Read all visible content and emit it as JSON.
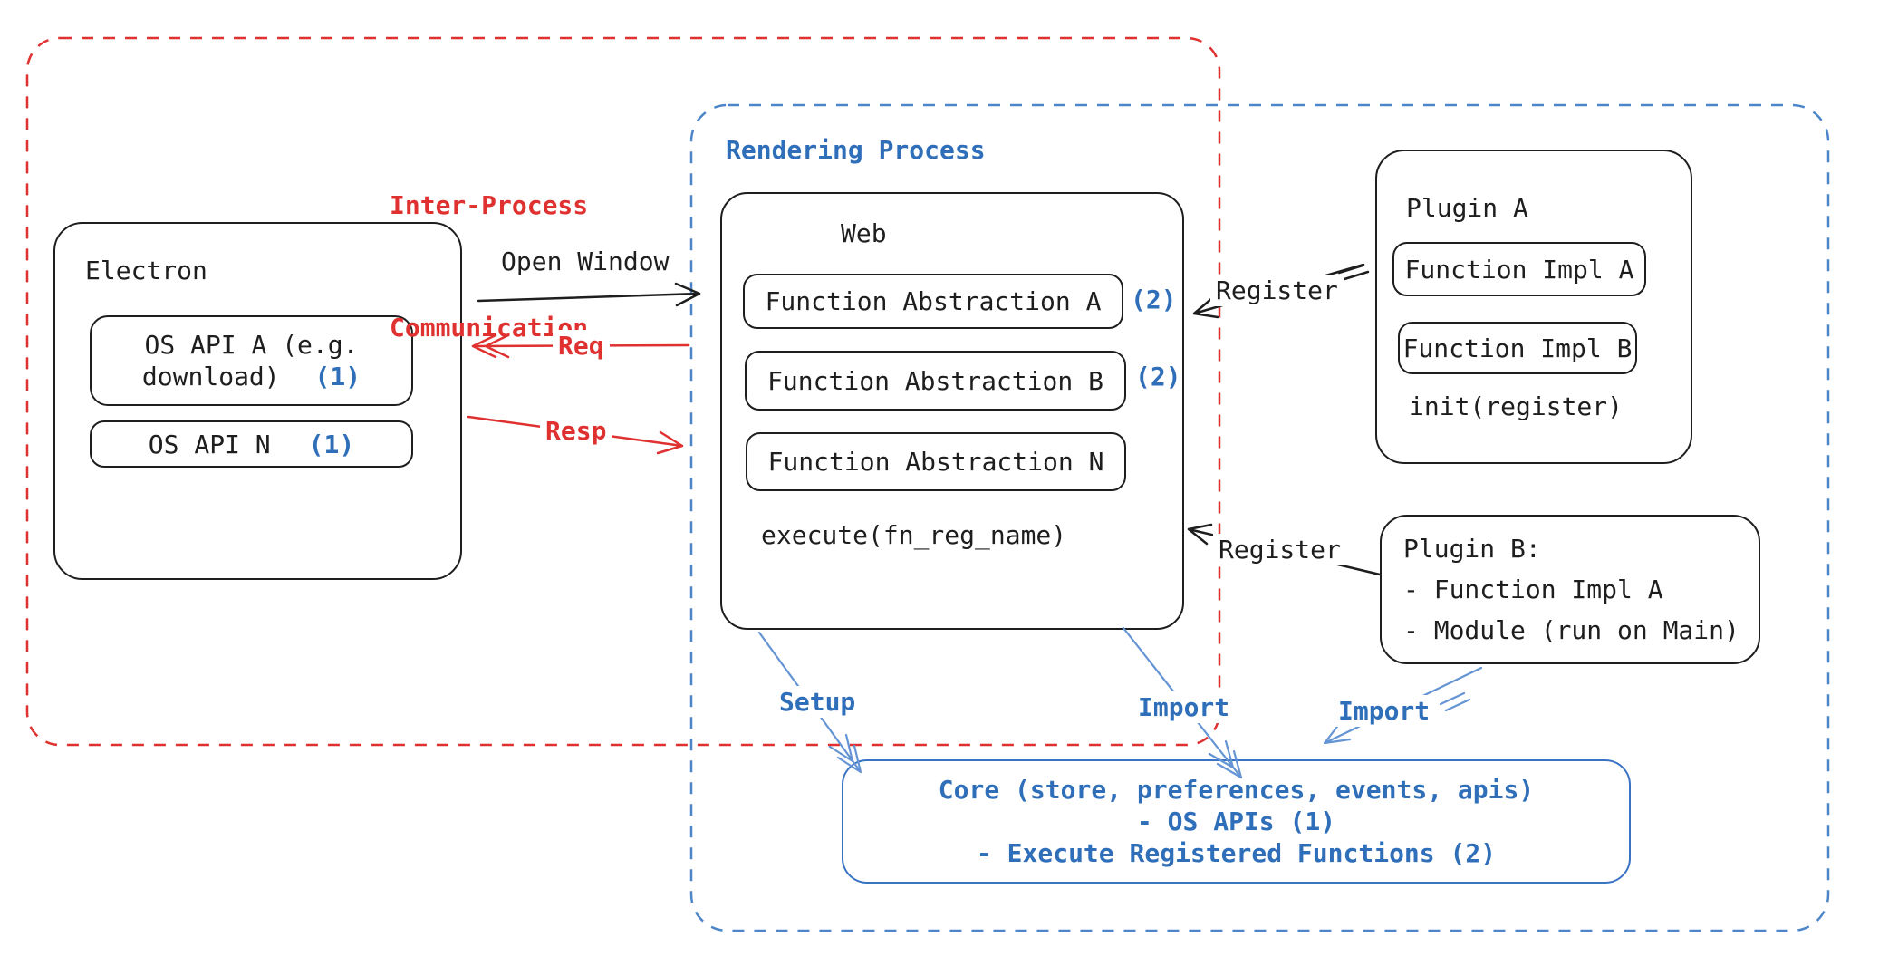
{
  "colors": {
    "black": "#1e1e1e",
    "red": "#e03131",
    "blue_text": "#2f6fba",
    "blue_dash_border": "#4d86c8",
    "core_border": "#3a72c4",
    "arrow_blue": "#6494d4"
  },
  "ipc_region": {
    "label_line1": "Inter-Process",
    "label_line2": "Communication"
  },
  "rendering_region": {
    "label": "Rendering Process"
  },
  "electron": {
    "title": "Electron",
    "api_a_line1": "OS API A (e.g.",
    "api_a_line2": "download)",
    "api_a_badge": "(1)",
    "api_n_label": "OS API N",
    "api_n_badge": "(1)"
  },
  "arrows": {
    "open_window": "Open Window",
    "req": "Req",
    "resp": "Resp",
    "register_a": "Register",
    "register_b": "Register",
    "setup": "Setup",
    "import_web": "Import",
    "import_plugin": "Import"
  },
  "web": {
    "title": "Web",
    "items": [
      {
        "label": "Function Abstraction A",
        "badge": "(2)"
      },
      {
        "label": "Function Abstraction B",
        "badge": "(2)"
      },
      {
        "label": "Function Abstraction N",
        "badge": ""
      }
    ],
    "footer": "execute(fn_reg_name)"
  },
  "plugin_a": {
    "title": "Plugin A",
    "items": [
      "Function Impl A",
      "Function Impl B"
    ],
    "footer": "init(register)"
  },
  "plugin_b": {
    "title": "Plugin B:",
    "lines": [
      "- Function Impl A",
      "- Module (run on Main)"
    ]
  },
  "core": {
    "lines": [
      "Core (store, preferences, events, apis)",
      "- OS APIs (1)",
      "- Execute Registered Functions (2)"
    ]
  }
}
